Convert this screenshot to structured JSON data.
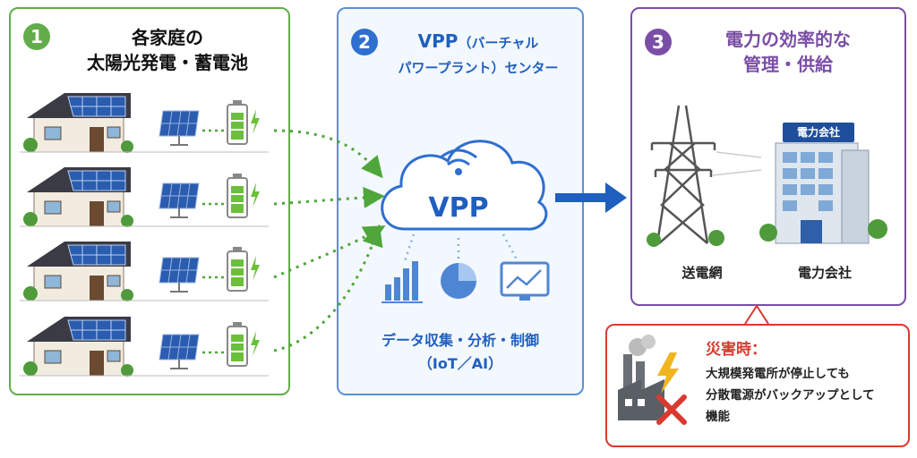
{
  "homes": {
    "number": "1",
    "title_line1": "各家庭の",
    "title_line2": "太陽光発電・蓄電池"
  },
  "vpp_center": {
    "number": "2",
    "title_prefix": "VPP",
    "title_suffix": "（バーチャル",
    "title_line2": "パワープラント）センター",
    "cloud_label": "VPP",
    "caption_line1": "データ収集・分析・制御",
    "caption_line2": "（IoT／AI）"
  },
  "supply": {
    "number": "3",
    "title_line1": "電力の効率的な",
    "title_line2": "管理・供給",
    "tower_label": "送電網",
    "company_sign": "電力会社",
    "company_label": "電力会社"
  },
  "disaster": {
    "title": "災害時：",
    "line1": "大規模発電所が停止しても",
    "line2": "分散電源がバックアップとして",
    "line3": "機能"
  },
  "colors": {
    "green": "#62ad4a",
    "blue": "#1f5fbf",
    "purple": "#7a4ea6",
    "red": "#d83a2f"
  }
}
